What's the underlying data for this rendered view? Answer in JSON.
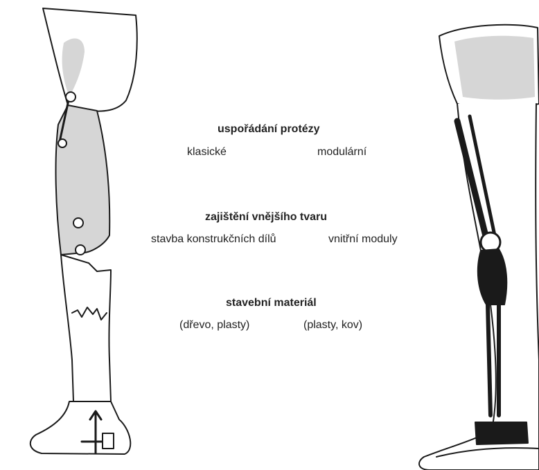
{
  "sections": [
    {
      "heading": "uspořádání protézy",
      "left": "klasické",
      "right": "modulární"
    },
    {
      "heading": "zajištění vnějšího tvaru",
      "left": "stavba konstrukčních dílů",
      "right": "vnitřní moduly"
    },
    {
      "heading": "stavební materiál",
      "left": "(dřevo, plasty)",
      "right": "(plasty, kov)"
    }
  ],
  "illustrations": {
    "left": {
      "name": "classic-prosthesis-drawing"
    },
    "right": {
      "name": "modular-prosthesis-drawing"
    }
  },
  "colors": {
    "ink": "#1a1a1a",
    "shading": "#d6d6d6",
    "paper": "#ffffff"
  }
}
